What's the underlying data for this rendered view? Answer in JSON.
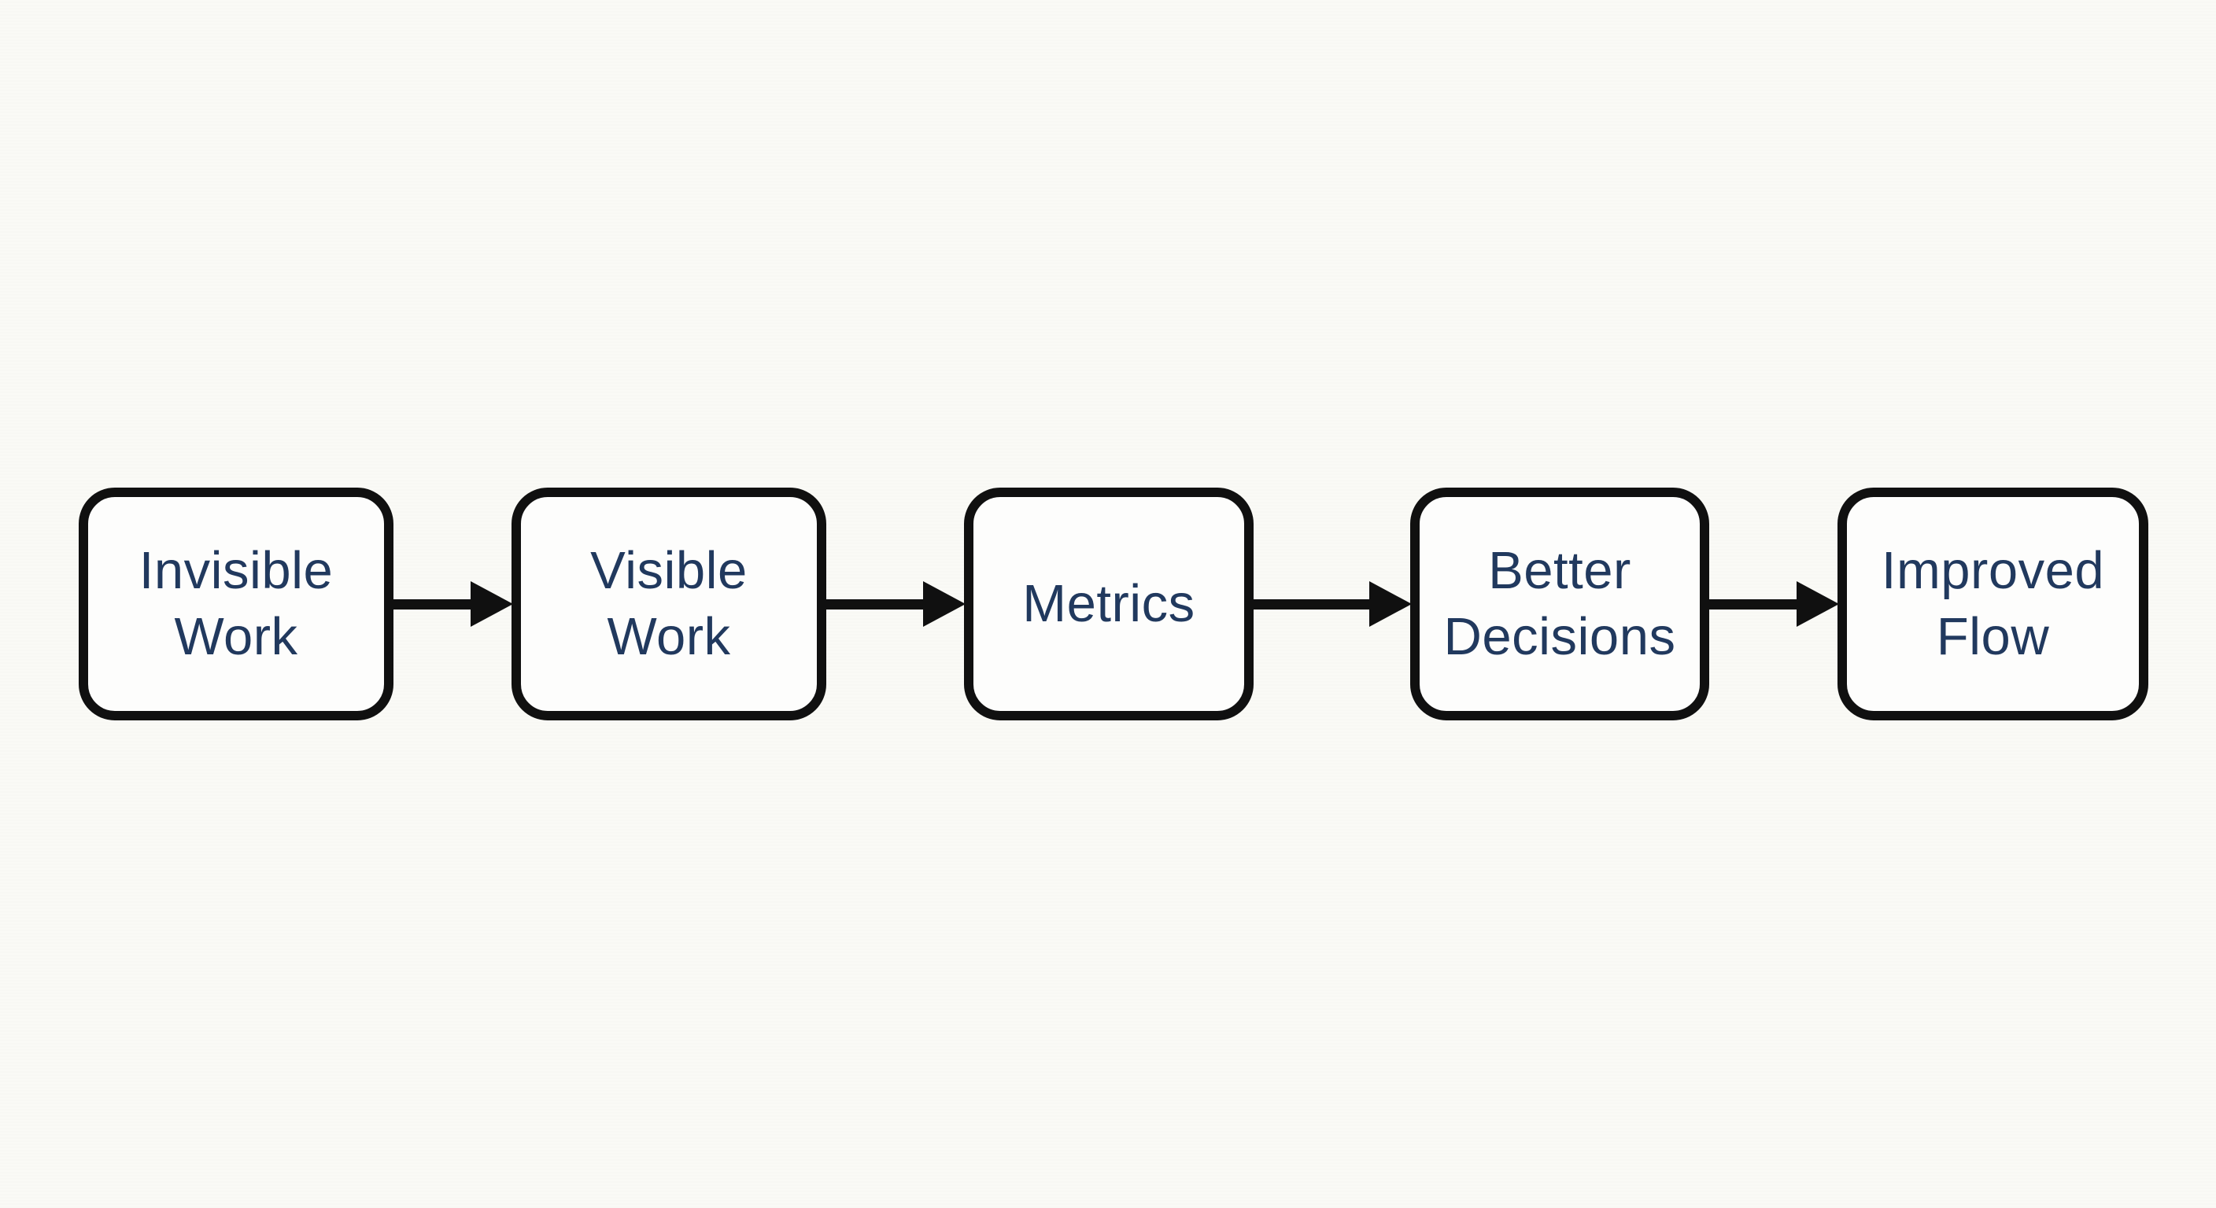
{
  "diagram": {
    "type": "flowchart",
    "direction": "left-to-right",
    "nodes": [
      {
        "id": "invisible-work",
        "label": "Invisible\nWork"
      },
      {
        "id": "visible-work",
        "label": "Visible\nWork"
      },
      {
        "id": "metrics",
        "label": "Metrics"
      },
      {
        "id": "better-decisions",
        "label": "Better\nDecisions"
      },
      {
        "id": "improved-flow",
        "label": "Improved\nFlow"
      }
    ],
    "edges": [
      {
        "from": "Invisible Work",
        "to": "Visible Work"
      },
      {
        "from": "Visible Work",
        "to": "Metrics"
      },
      {
        "from": "Metrics",
        "to": "Better Decisions"
      },
      {
        "from": "Better Decisions",
        "to": "Improved Flow"
      }
    ],
    "colors": {
      "background": "#fafaf6",
      "node_fill": "#fdfdfc",
      "node_border": "#101010",
      "node_text": "#21395e",
      "arrow": "#101010"
    }
  }
}
